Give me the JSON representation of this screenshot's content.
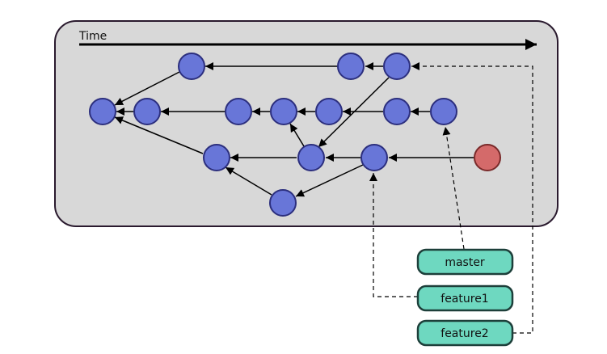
{
  "diagram": {
    "time_label": "Time",
    "colors": {
      "panel_fill": "#d8d8d8",
      "panel_stroke": "#2a1a2e",
      "commit_fill": "#6876d8",
      "commit_stroke": "#2c2f7e",
      "head_fill": "#d46a6a",
      "head_stroke": "#7a2a2a",
      "branch_fill": "#6ed8c0",
      "branch_stroke": "#1d3f3a"
    },
    "branches": [
      {
        "label": "master"
      },
      {
        "label": "feature1"
      },
      {
        "label": "feature2"
      }
    ]
  }
}
